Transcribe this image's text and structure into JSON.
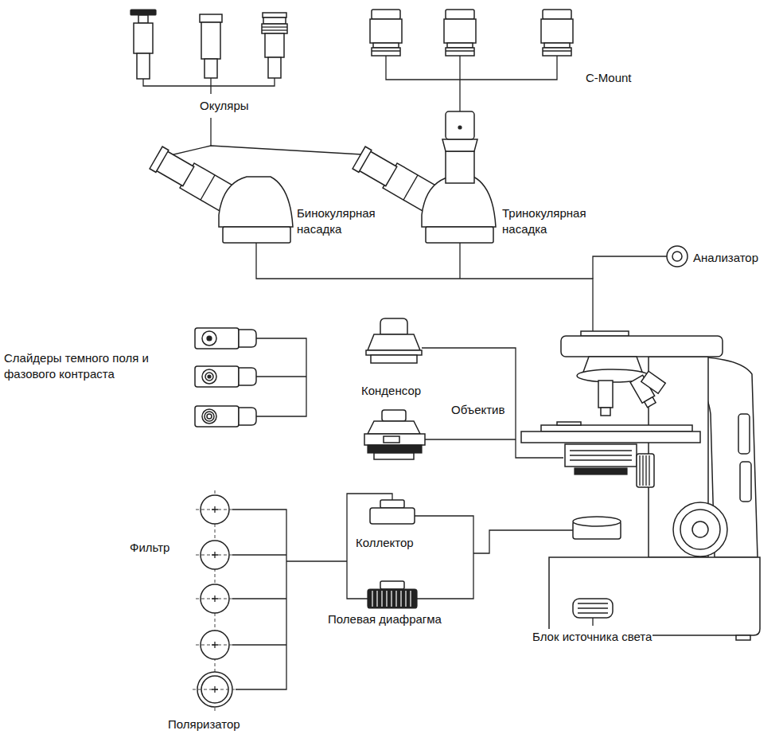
{
  "diagram": {
    "labels": [
      "Окуляры",
      "C-Mount",
      "Бинокулярная насадка",
      "Тринокулярная насадка",
      "Анализатор",
      "Слайдеры темного поля и фазового контраста",
      "Конденсор",
      "Объектив",
      "Фильтр",
      "Коллектор",
      "Полевая диафрагма",
      "Блок источника света",
      "Поляризатор"
    ]
  }
}
